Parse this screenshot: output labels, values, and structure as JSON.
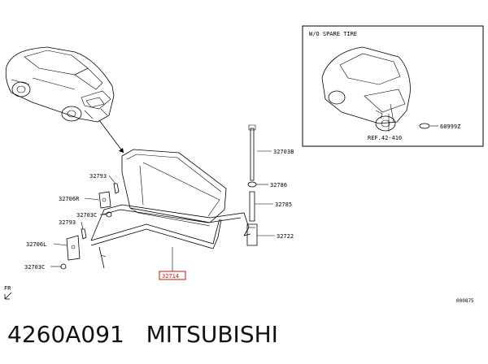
{
  "inset": {
    "note": "W/O SPARE TIRE",
    "ref": "REF.42-410",
    "part": "60999Z"
  },
  "labels": {
    "p32703B": "32703B",
    "p32786": "32786",
    "p32785": "32785",
    "p32722": "32722",
    "p32793_top": "32793",
    "p32706R": "32706R",
    "p32703C_top": "32703C",
    "p32793_bottom": "32793",
    "p32706L": "32706L",
    "p32703C_bottom": "32703C",
    "p32714": "32714"
  },
  "front_marker": "FR",
  "diagram_number": "000875",
  "caption": {
    "part_number": "4260A091",
    "brand": "MITSUBISHI"
  }
}
